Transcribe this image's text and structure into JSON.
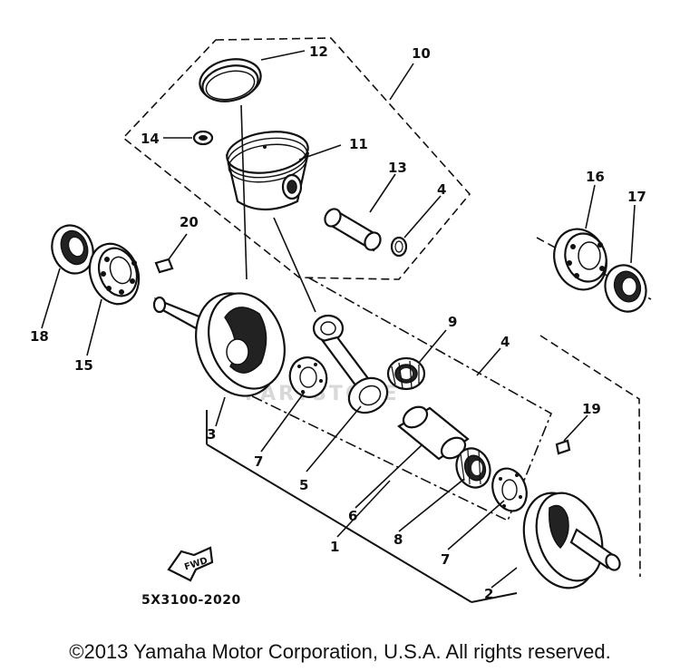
{
  "diagram": {
    "callouts": {
      "c1": "1",
      "c2": "2",
      "c3": "3",
      "c4": "4",
      "c4b": "4",
      "c5": "5",
      "c6": "6",
      "c7a": "7",
      "c7b": "7",
      "c8": "8",
      "c9": "9",
      "c10": "10",
      "c11": "11",
      "c12": "12",
      "c13": "13",
      "c14": "14",
      "c15": "15",
      "c16": "16",
      "c17": "17",
      "c18": "18",
      "c19": "19",
      "c20": "20"
    },
    "fwd_label": "FWD",
    "part_code": "5X3100-2020",
    "watermark": "PARTSTORE"
  },
  "footer": {
    "copyright": "©2013 Yamaha Motor Corporation, U.S.A. All rights reserved."
  }
}
